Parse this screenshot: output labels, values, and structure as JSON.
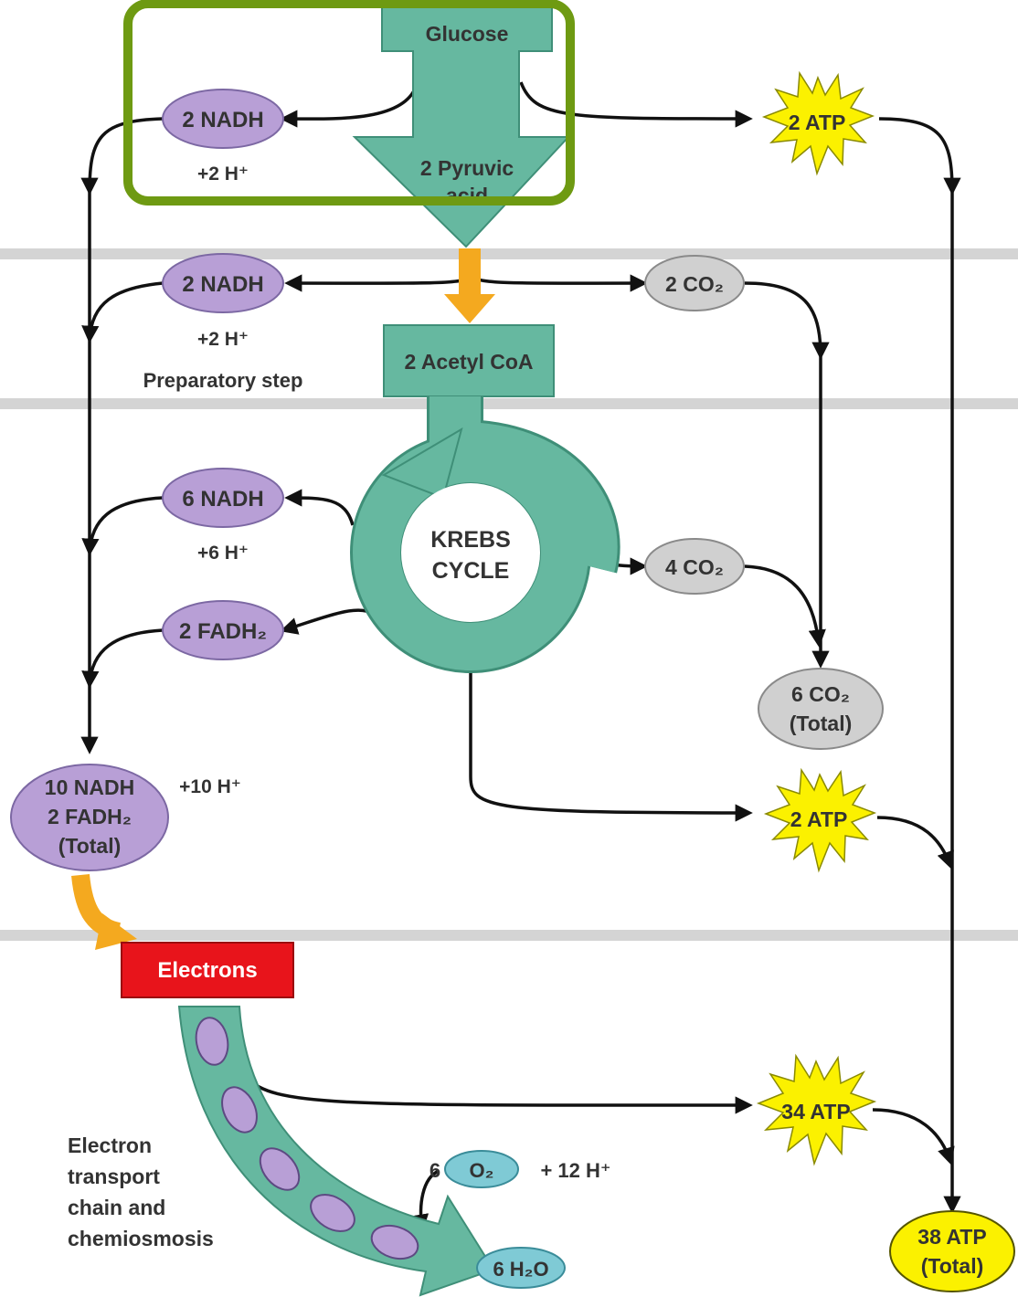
{
  "colors": {
    "teal": "#66b8a0",
    "teal_dark": "#3f8f78",
    "purple": "#b89fd6",
    "purple_stroke": "#7c68a3",
    "gray": "#d0d0d0",
    "yellow": "#fbf100",
    "orange": "#f4a91f",
    "red": "#e8141b",
    "cyan": "#7fcad5",
    "band": "#d4d4d4",
    "highlight": "#6e9a12"
  },
  "glycolysis": {
    "glucose": "Glucose",
    "pyruvic": "2 Pyruvic",
    "pyruvic_cut": "acid",
    "nadh": "2 NADH",
    "h": "+2 H⁺",
    "atp": "2 ATP"
  },
  "prep": {
    "nadh": "2 NADH",
    "h": "+2 H⁺",
    "co2": "2 CO₂",
    "acetyl": "2 Acetyl CoA",
    "label": "Preparatory step"
  },
  "krebs": {
    "line1": "KREBS",
    "line2": "CYCLE",
    "nadh": "6 NADH",
    "h": "+6 H⁺",
    "fadh": "2 FADH₂",
    "co2": "4 CO₂",
    "co2_total_1": "6 CO₂",
    "co2_total_2": "(Total)",
    "atp": "2 ATP"
  },
  "totals": {
    "nadh": "10 NADH",
    "fadh": "2 FADH₂",
    "total": "(Total)",
    "h": "+10 H⁺"
  },
  "etc": {
    "electrons": "Electrons",
    "label_1": "Electron",
    "label_2": "transport",
    "label_3": "chain and",
    "label_4": "chemiosmosis",
    "o2_coef": "6",
    "o2": "O₂",
    "h": "+ 12 H⁺",
    "h2o": "6 H₂O",
    "atp": "34 ATP",
    "atp_total_1": "38 ATP",
    "atp_total_2": "(Total)"
  }
}
